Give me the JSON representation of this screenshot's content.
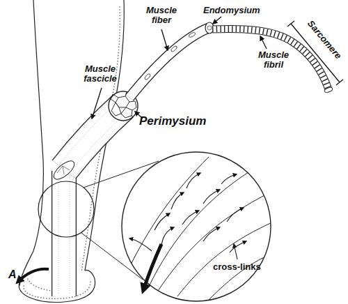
{
  "diagram": {
    "labels": [
      "Muscle fiber",
      "Endomysium",
      "Sarcomere",
      "Muscle fascicle",
      "Muscle fibril",
      "Perimysium",
      "cross-links",
      "A"
    ]
  }
}
